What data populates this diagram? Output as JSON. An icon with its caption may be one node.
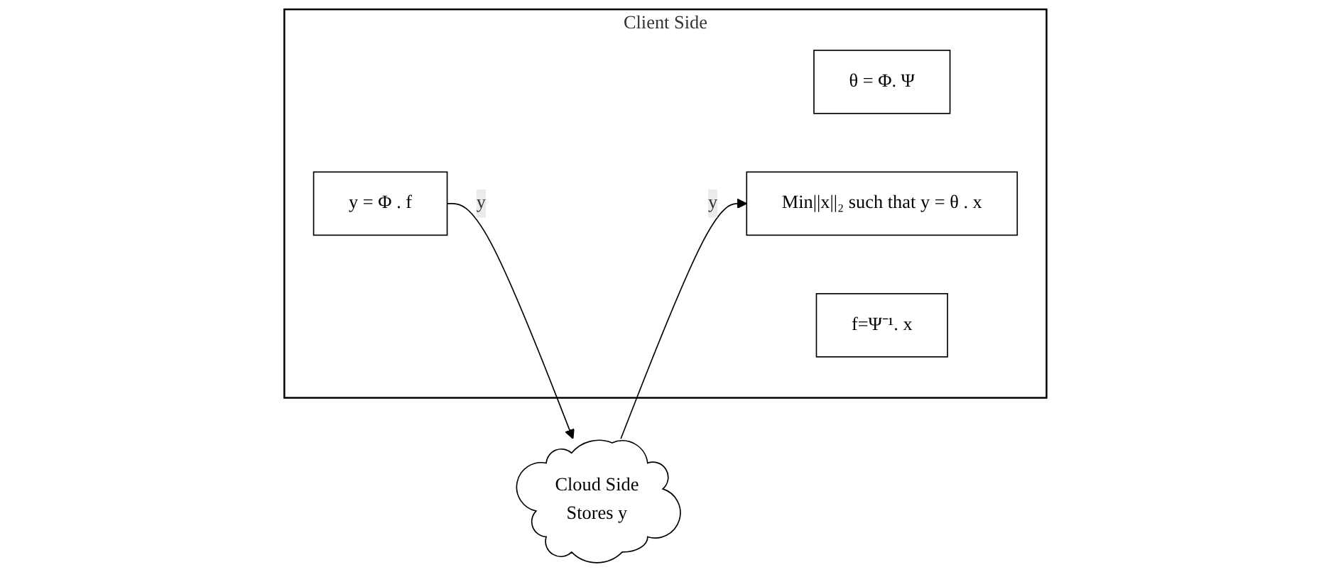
{
  "diagram": {
    "nodes": [
      {
        "text": [
          "Client Side"
        ]
      },
      {
        "text": [
          "y = Φ . f"
        ],
        "in": 0
      },
      {
        "text": [
          "θ = Φ. Ψ"
        ],
        "in": 0
      },
      {
        "text": [
          "Min||x||₂ such that y = θ . x"
        ],
        "in": 0
      },
      {
        "text": [
          "f=Ψ⁻¹. x"
        ],
        "in": 0
      },
      {
        "text": [
          "Cloud Side",
          "Stores y"
        ]
      }
    ],
    "edges": [
      {
        "from": 1,
        "to": 5,
        "arrow": "to",
        "label": "y"
      },
      {
        "from": 5,
        "to": 3,
        "arrow": "to",
        "label": "y"
      }
    ]
  }
}
